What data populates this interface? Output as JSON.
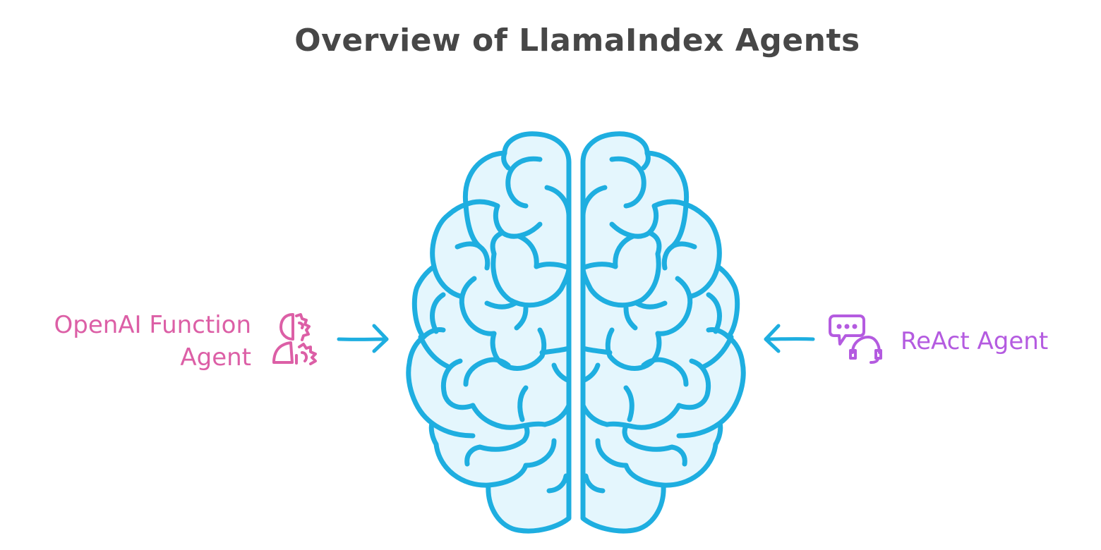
{
  "title": "Overview of LlamaIndex Agents",
  "central_node": {
    "icon": "brain-icon",
    "stroke_color": "#1eaee0",
    "fill_color": "#e4f6fd"
  },
  "left_agent": {
    "label": "OpenAI Function Agent",
    "label_line1": "OpenAI Function",
    "label_line2": "Agent",
    "icon": "person-gears-icon",
    "color": "#dc5fa6"
  },
  "right_agent": {
    "label": "ReAct Agent",
    "icon": "chat-headset-icon",
    "color": "#b45be0"
  },
  "arrow_color": "#1eaee0"
}
